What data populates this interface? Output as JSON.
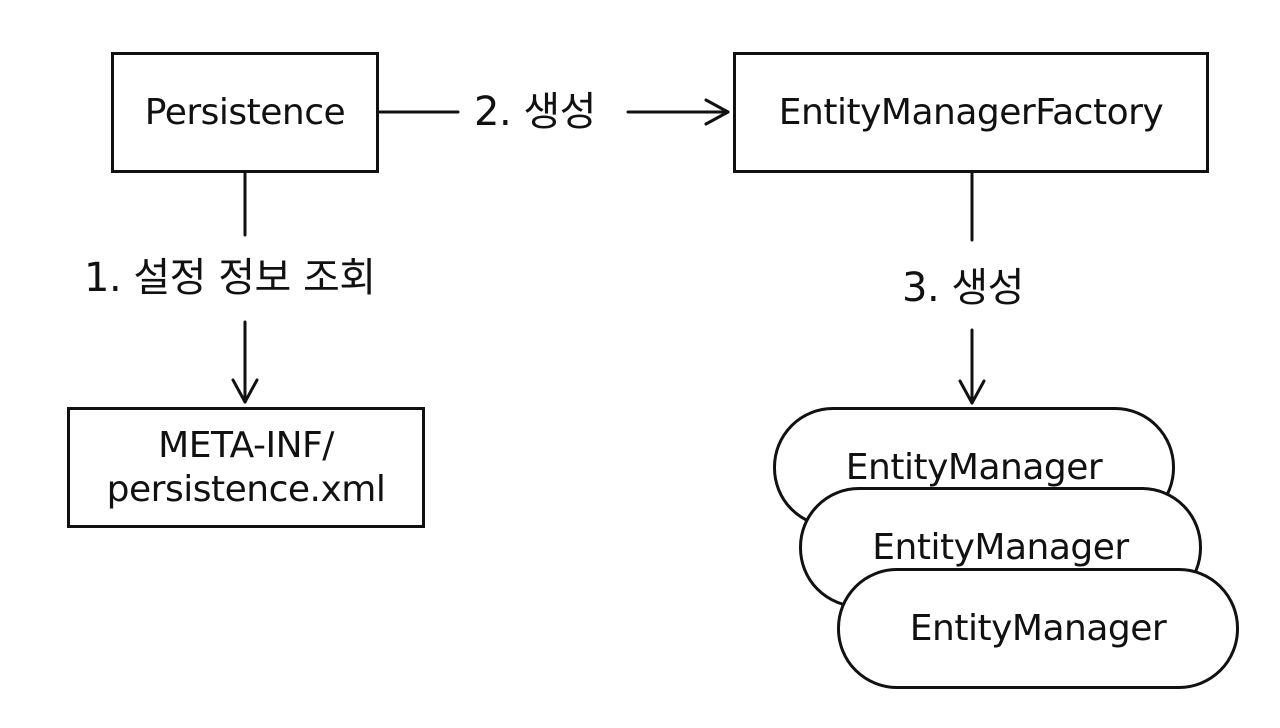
{
  "nodes": {
    "persistence": "Persistence",
    "emf": "EntityManagerFactory",
    "meta_inf_line1": "META-INF/",
    "meta_inf_line2": "persistence.xml",
    "entity_managers": [
      "EntityManager",
      "EntityManager",
      "EntityManager"
    ]
  },
  "edges": {
    "step1": "1. 설정 정보 조회",
    "step2": "2. 생성",
    "step3": "3. 생성"
  }
}
